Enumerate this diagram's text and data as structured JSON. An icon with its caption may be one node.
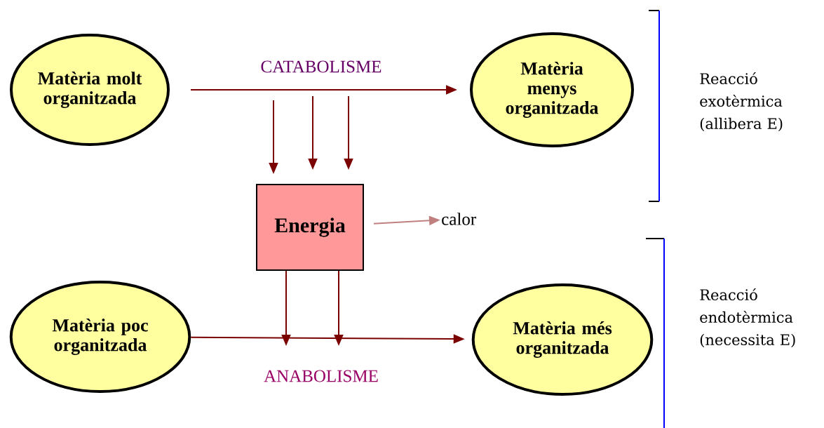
{
  "diagram": {
    "nodes": [
      {
        "text": [
          "Matèria molt organitzada"
        ]
      },
      {
        "text": [
          "Matèria menys organitzada"
        ]
      },
      {
        "text": [
          "Energia"
        ]
      },
      {
        "text": [
          "calor"
        ]
      },
      {
        "text": [
          "Matèria poc organitzada"
        ]
      },
      {
        "text": [
          "Matèria més organitzada"
        ]
      }
    ],
    "edges": [
      {
        "from": 0,
        "to": 1,
        "arrow": "to",
        "label": "CATABOLISME"
      },
      {
        "from": null,
        "to": 2,
        "arrow": "to"
      },
      {
        "from": null,
        "to": 2,
        "arrow": "to"
      },
      {
        "from": null,
        "to": 2,
        "arrow": "to"
      },
      {
        "from": 2,
        "to": 3,
        "arrow": "to",
        "color": "#c08080"
      },
      {
        "from": 4,
        "to": 5,
        "arrow": "to",
        "label": "ANABOLISME"
      },
      {
        "from": 2,
        "to": null,
        "arrow": "to"
      },
      {
        "from": 2,
        "to": null,
        "arrow": "to"
      }
    ],
    "labels": [
      "Reacció exotèrmica (allibera E)",
      "Reacció endotèrmica (necessita E)"
    ]
  }
}
